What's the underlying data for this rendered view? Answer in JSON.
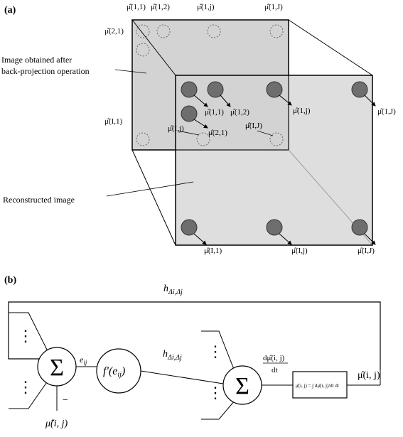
{
  "panel_a": {
    "label": "(a)",
    "back_image_caption_line1": "Image obtained after",
    "back_image_caption_line2": "back-projection operation",
    "front_image_caption": "Reconstructed image",
    "back_labels": {
      "top_11": "μ̂̂(1,1)",
      "top_12": "μ̂̂(1,2)",
      "top_1j": "μ̂̂(1,j)",
      "top_1J": "μ̂̂(1,J)",
      "left_21": "μ̂̂(2,1)",
      "left_I1": "μ̂̂(I,1)",
      "inner_Ij": "μ̂̂(I,j)",
      "inner_IJ": "μ̂̂(I,J)"
    },
    "front_labels": {
      "inner_11": "μ̂(1,1)",
      "inner_12": "μ̂(1,2)",
      "inner_1j": "μ̂(1,j)",
      "inner_21": "μ̂(2,1)",
      "right_1J": "μ̂(1,J)",
      "bottom_I1": "μ̂(I,1)",
      "bottom_Ij": "μ̂(I,j)",
      "bottom_IJ": "μ̂(I,J)"
    }
  },
  "panel_b": {
    "label": "(b)",
    "feedback_label": "h",
    "feedback_subscript": "Δi,Δj",
    "sum_symbol": "Σ",
    "minus_sign": "−",
    "error_label": "e",
    "error_subscript": "ij",
    "activation_text": "f′(e",
    "activation_sub": "ij",
    "activation_close": ")",
    "weight_label": "h",
    "weight_subscript": "Δi,Δj",
    "derivative_num": "dμ̂(i, j)",
    "derivative_den": "dt",
    "integrator_text": "μ̂(i, j) = ∫ dμ̂(i, j)/dt dt",
    "output_label": "μ̂(i, j)",
    "input_label": "μ̂̂(i, j)",
    "dots": "⋮"
  }
}
